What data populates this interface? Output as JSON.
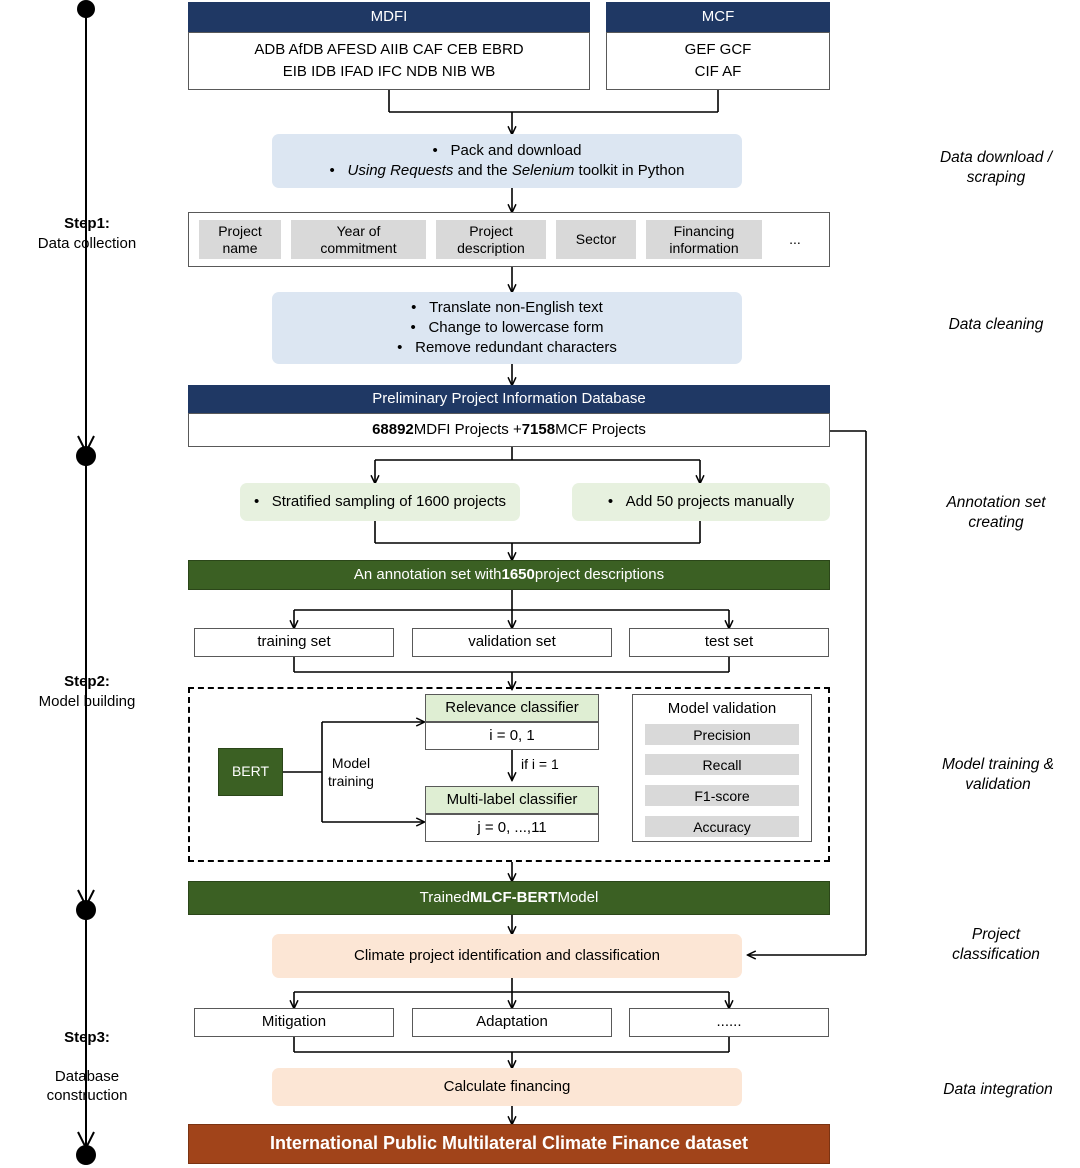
{
  "timeline": {
    "steps": [
      {
        "id": "step1",
        "title": "Step1:",
        "subtitle": "Data collection"
      },
      {
        "id": "step2",
        "title": "Step2:",
        "subtitle": "Model building"
      },
      {
        "id": "step3",
        "title": "Step3:",
        "subtitle": "Database\nconstruction"
      }
    ],
    "marker_icon": "filled-circle-marker"
  },
  "stage_labels": {
    "download": "Data download /\nscraping",
    "cleaning": "Data cleaning",
    "annotation": "Annotation set\ncreating",
    "training": "Model training &\nvalidation",
    "classification": "Project\nclassification",
    "integration": "Data integration"
  },
  "sources": {
    "mdfi": {
      "header": "MDFI",
      "line1": "ADB AfDB AFESD AIIB CAF CEB EBRD",
      "line2": "EIB IDB IFAD IFC NDB NIB WB"
    },
    "mcf": {
      "header": "MCF",
      "line1": "GEF GCF",
      "line2": "CIF AF"
    }
  },
  "download_step": {
    "bullet1": "Pack and download",
    "bullet2_pre": "Using Requests",
    "bullet2_mid": " and the ",
    "bullet2_em2": "Selenium",
    "bullet2_post": " toolkit in Python"
  },
  "fields": {
    "items": [
      "Project\nname",
      "Year of\ncommitment",
      "Project\ndescription",
      "Sector",
      "Financing\ninformation",
      "..."
    ]
  },
  "cleaning_step": {
    "bullets": [
      "Translate non-English text",
      "Change to lowercase form",
      "Remove redundant characters"
    ]
  },
  "database": {
    "header": "Preliminary Project Information Database",
    "count_mdfi": "68892",
    "label_mdfi": " MDFI Projects + ",
    "count_mcf": "7158",
    "label_mcf": " MCF Projects"
  },
  "annotation": {
    "sampling": "Stratified sampling of 1600 projects",
    "manual": "Add 50 projects manually",
    "set_pre": "An annotation set with ",
    "set_count": "1650",
    "set_post": " project descriptions"
  },
  "splits": {
    "items": [
      "training set",
      "validation set",
      "test set"
    ]
  },
  "model_block": {
    "bert": "BERT",
    "training_label": "Model\ntraining",
    "relevance_header": "Relevance classifier",
    "relevance_value": "i = 0, 1",
    "condition": "if i = 1",
    "multilabel_header": "Multi-label classifier",
    "multilabel_value": "j = 0, ...,11",
    "validation_title": "Model validation",
    "metrics": [
      "Precision",
      "Recall",
      "F1-score",
      "Accuracy"
    ]
  },
  "trained_model": {
    "pre": "Trained ",
    "name": "MLCF-BERT",
    "post": " Model"
  },
  "classification": {
    "label": "Climate project identification and classification",
    "categories": [
      "Mitigation",
      "Adaptation",
      "......"
    ],
    "calculate": "Calculate financing"
  },
  "final_dataset": {
    "label": "International Public Multilateral Climate Finance dataset"
  },
  "colors": {
    "navy": "#1f3864",
    "pale_blue": "#dce6f2",
    "pale_green": "#e7f1df",
    "dark_green": "#3b6023",
    "light_green": "#dfeed3",
    "peach": "#fce6d5",
    "brown": "#a1441a",
    "chip_grey": "#d9d9d9"
  }
}
